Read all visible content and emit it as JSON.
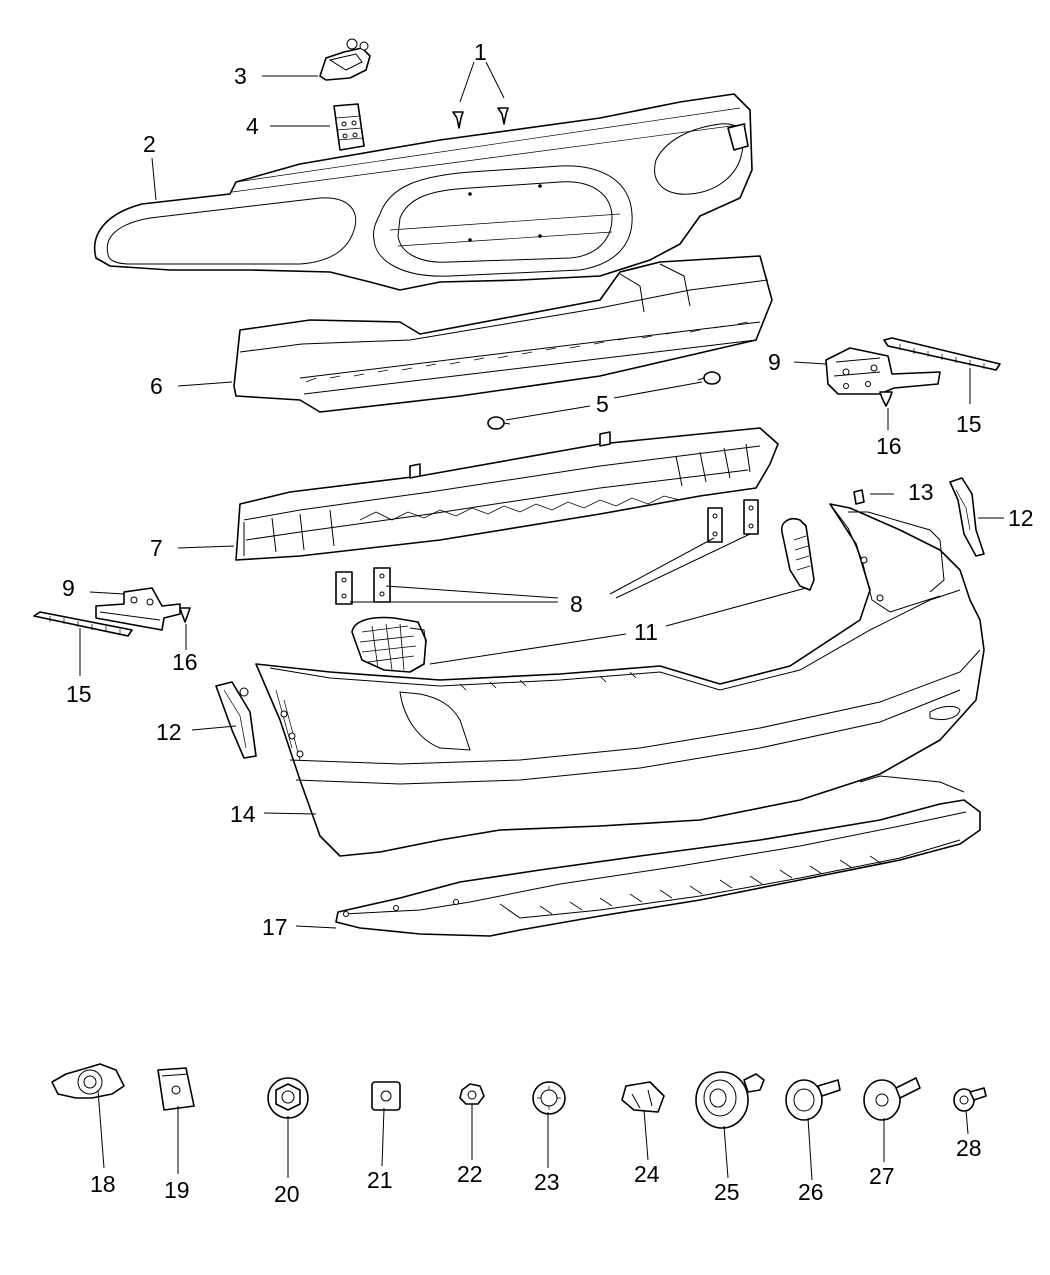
{
  "callouts": {
    "c1": "1",
    "c2": "2",
    "c3": "3",
    "c4": "4",
    "c5": "5",
    "c6": "6",
    "c7": "7",
    "c8": "8",
    "c9": "9",
    "c11": "11",
    "c12": "12",
    "c13": "13",
    "c14": "14",
    "c15": "15",
    "c16": "16",
    "c17": "17",
    "c18": "18",
    "c19": "19",
    "c20": "20",
    "c21": "21",
    "c22": "22",
    "c23": "23",
    "c24": "24",
    "c25": "25",
    "c26": "26",
    "c27": "27",
    "c28": "28"
  }
}
